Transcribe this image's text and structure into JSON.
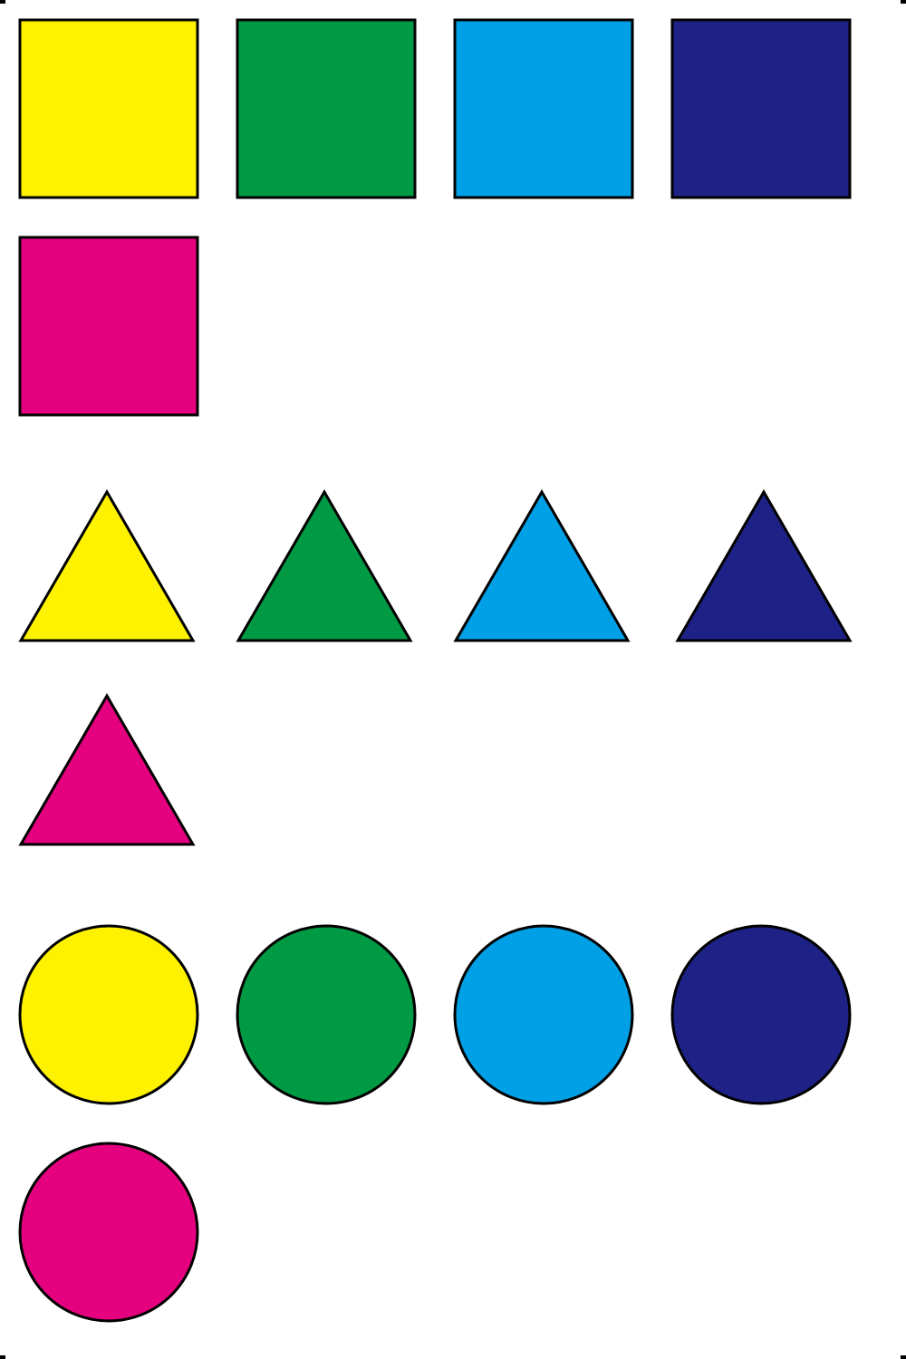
{
  "palette": [
    "#fff200",
    "#009a44",
    "#00a0e6",
    "#1e2287",
    "#e4007f"
  ],
  "outline_color": "#000000",
  "background_color": "#ffffff",
  "shape_groups": [
    {
      "shape": "square",
      "items": [
        {
          "color": "yellow",
          "fill": "#fff200"
        },
        {
          "color": "green",
          "fill": "#009a44"
        },
        {
          "color": "light-blue",
          "fill": "#00a0e6"
        },
        {
          "color": "navy",
          "fill": "#1e2287"
        },
        {
          "color": "magenta",
          "fill": "#e4007f"
        }
      ]
    },
    {
      "shape": "triangle",
      "items": [
        {
          "color": "yellow",
          "fill": "#fff200"
        },
        {
          "color": "green",
          "fill": "#009a44"
        },
        {
          "color": "light-blue",
          "fill": "#00a0e6"
        },
        {
          "color": "navy",
          "fill": "#1e2287"
        },
        {
          "color": "magenta",
          "fill": "#e4007f"
        }
      ]
    },
    {
      "shape": "circle",
      "items": [
        {
          "color": "yellow",
          "fill": "#fff200"
        },
        {
          "color": "green",
          "fill": "#009a44"
        },
        {
          "color": "light-blue",
          "fill": "#00a0e6"
        },
        {
          "color": "navy",
          "fill": "#1e2287"
        },
        {
          "color": "magenta",
          "fill": "#e4007f"
        }
      ]
    }
  ]
}
